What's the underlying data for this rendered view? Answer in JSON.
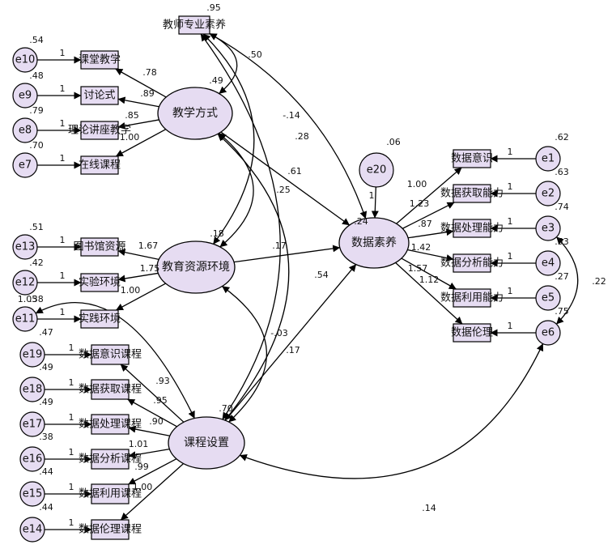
{
  "latents": {
    "teaching_method": {
      "label": "教学方式",
      "variance": ".49"
    },
    "resources": {
      "label": "教育资源环境",
      "variance": ".18"
    },
    "curriculum": {
      "label": "课程设置",
      "variance": ".70"
    },
    "data_literacy": {
      "label": "数据素养",
      "variance": ".24"
    }
  },
  "teacher_box": {
    "label": "教师专业素养",
    "variance": ".95"
  },
  "e20": {
    "label": "e20",
    "variance": ".06",
    "path": "1"
  },
  "teaching_indicators": [
    {
      "label": "课堂教学",
      "err": "e10",
      "err_var": ".54",
      "err_path": "1",
      "loading": ".78"
    },
    {
      "label": "讨论式",
      "err": "e9",
      "err_var": ".48",
      "err_path": "1",
      "loading": ".89"
    },
    {
      "label": "理论讲座教学",
      "err": "e8",
      "err_var": ".79",
      "err_path": "1",
      "loading": ".85"
    },
    {
      "label": "在线课程",
      "err": "e7",
      "err_var": ".70",
      "err_path": "1",
      "loading": "1.00"
    }
  ],
  "resource_indicators": [
    {
      "label": "图书馆资源",
      "err": "e13",
      "err_var": ".51",
      "err_path": "1",
      "loading": "1.67"
    },
    {
      "label": "实验环境",
      "err": "e12",
      "err_var": ".42",
      "err_path": "1",
      "loading": "1.75"
    },
    {
      "label": "实践环境",
      "err": "e11",
      "err_var": ".38",
      "err_path": "1",
      "loading": "1.00"
    }
  ],
  "curriculum_indicators": [
    {
      "label": "数据意识课程",
      "err": "e19",
      "err_var": ".47",
      "err_path": "1",
      "loading": ".93"
    },
    {
      "label": "数据获取课程",
      "err": "e18",
      "err_var": ".49",
      "err_path": "1",
      "loading": ".95"
    },
    {
      "label": "数据处理课程",
      "err": "e17",
      "err_var": ".49",
      "err_path": "1",
      "loading": ".90"
    },
    {
      "label": "数据分析课程",
      "err": "e16",
      "err_var": ".38",
      "err_path": "1",
      "loading": "1.01"
    },
    {
      "label": "数据利用课程",
      "err": "e15",
      "err_var": ".44",
      "err_path": "1",
      "loading": ".99"
    },
    {
      "label": "数据伦理课程",
      "err": "e14",
      "err_var": ".44",
      "err_path": "1",
      "loading": "1.00"
    }
  ],
  "literacy_indicators": [
    {
      "label": "数据意识",
      "err": "e1",
      "err_var": ".62",
      "err_path": "1",
      "loading": "1.00"
    },
    {
      "label": "数据获取能力",
      "err": "e2",
      "err_var": ".63",
      "err_path": "1",
      "loading": "1.23"
    },
    {
      "label": "数据处理能力",
      "err": "e3",
      "err_var": ".74",
      "err_path": "1",
      "loading": ".87"
    },
    {
      "label": "数据分析能力",
      "err": "e4",
      "err_var": ".53",
      "err_path": "1",
      "loading": "1.42"
    },
    {
      "label": "数据利用能力",
      "err": "e5",
      "err_var": ".27",
      "err_path": "1",
      "loading": "1.57"
    },
    {
      "label": "数据伦理",
      "err": "e6",
      "err_var": ".75",
      "err_path": "1",
      "loading": "1.12"
    }
  ],
  "paths": {
    "teacher_to_teaching": ".50",
    "teacher_to_literacy": "-.14",
    "teacher_to_resources": ".28",
    "teacher_to_curriculum": ".61",
    "teaching_to_literacy": ".25",
    "resources_to_literacy": ".17",
    "curriculum_to_literacy": ".17",
    "teaching_to_curriculum": ".54",
    "resources_to_curriculum": "-.03",
    "e11_to_curriculum": "1.05",
    "e3_e6": ".22",
    "curriculum_e6": ".14"
  }
}
